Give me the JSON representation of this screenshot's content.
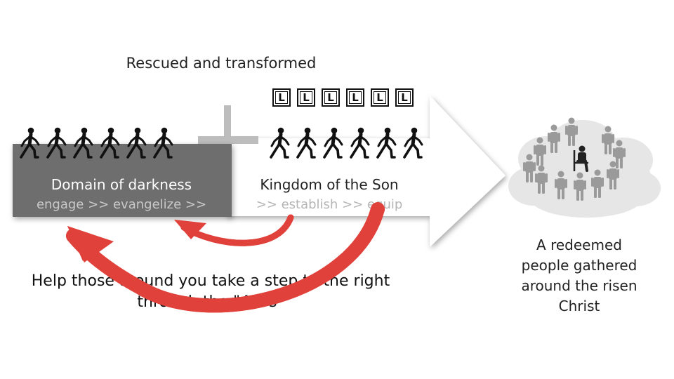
{
  "title": "Rescued and transformed",
  "domain_of_darkness": {
    "label": "Domain of darkness",
    "subtitle": "engage >> evangelize >>"
  },
  "kingdom_of_the_son": {
    "label": "Kingdom of the Son",
    "subtitle": ">> establish >> equip",
    "letter_boxes": [
      "L",
      "L",
      "L",
      "L",
      "L",
      "L"
    ]
  },
  "instruction": {
    "line1": "Help those around you take a step to the right",
    "line2": "through the \"4 E's\""
  },
  "redeemed": {
    "line1": "A redeemed",
    "line2": "people gathered",
    "line3": "around the risen",
    "line4": "Christ"
  },
  "colors": {
    "dark_panel": "#6e6e6e",
    "figures": "#111111",
    "cross": "#bdbdbd",
    "big_arrow": "#ffffff",
    "curved_arrows": "#e0413a",
    "gathered_people": "#9a9a9a",
    "cloud": "#e6e6e6"
  },
  "icons": {
    "walking_person": "walking-person-icon",
    "cross": "cross-icon",
    "seated_christ": "seated-figure-icon",
    "standing_person": "standing-person-icon"
  }
}
